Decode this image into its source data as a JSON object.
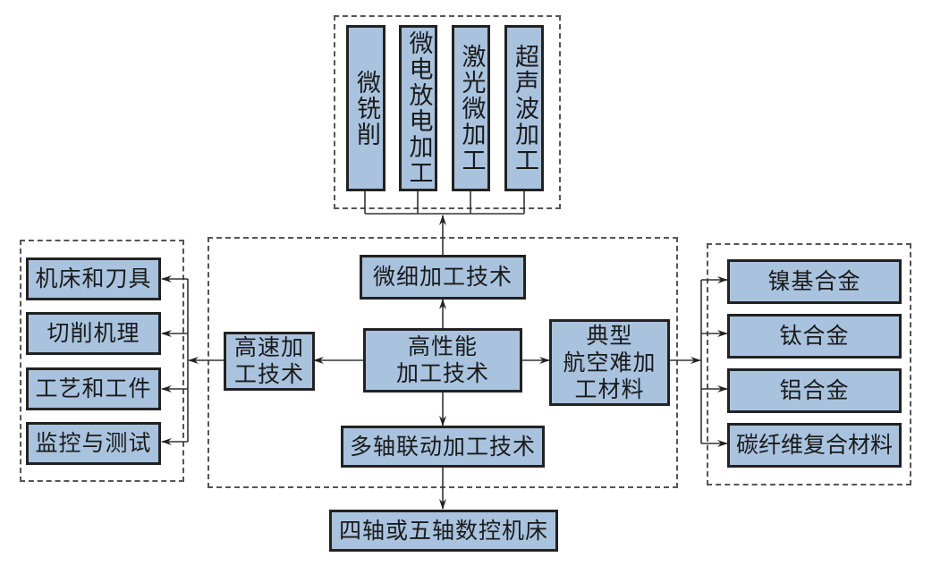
{
  "diagram": {
    "title": "",
    "center": {
      "label": "高性能\n加工技术",
      "line1": "高性能",
      "line2": "加工技术"
    },
    "micro": {
      "label": "微细加工技术",
      "children": [
        "微铣削",
        "微电放电加工",
        "激光微加工",
        "超声波加工"
      ]
    },
    "high_speed": {
      "label": "高速加工技术",
      "line1": "高速加",
      "line2": "工技术",
      "children": [
        "机床和刀具",
        "切削机理",
        "工艺和工件",
        "监控与测试"
      ]
    },
    "materials": {
      "label": "典型航空难加工材料",
      "line1": "典型",
      "line2": "航空难加",
      "line3": "工材料",
      "children": [
        "镍基合金",
        "钛合金",
        "铝合金",
        "碳纤维复合材料"
      ]
    },
    "multi_axis": {
      "label": "多轴联动加工技术",
      "children": [
        "四轴或五轴数控机床"
      ]
    },
    "colors": {
      "box_fill": "#a9c3df",
      "box_border": "#222222",
      "dashed_border": "#555555",
      "line": "#333333"
    }
  }
}
